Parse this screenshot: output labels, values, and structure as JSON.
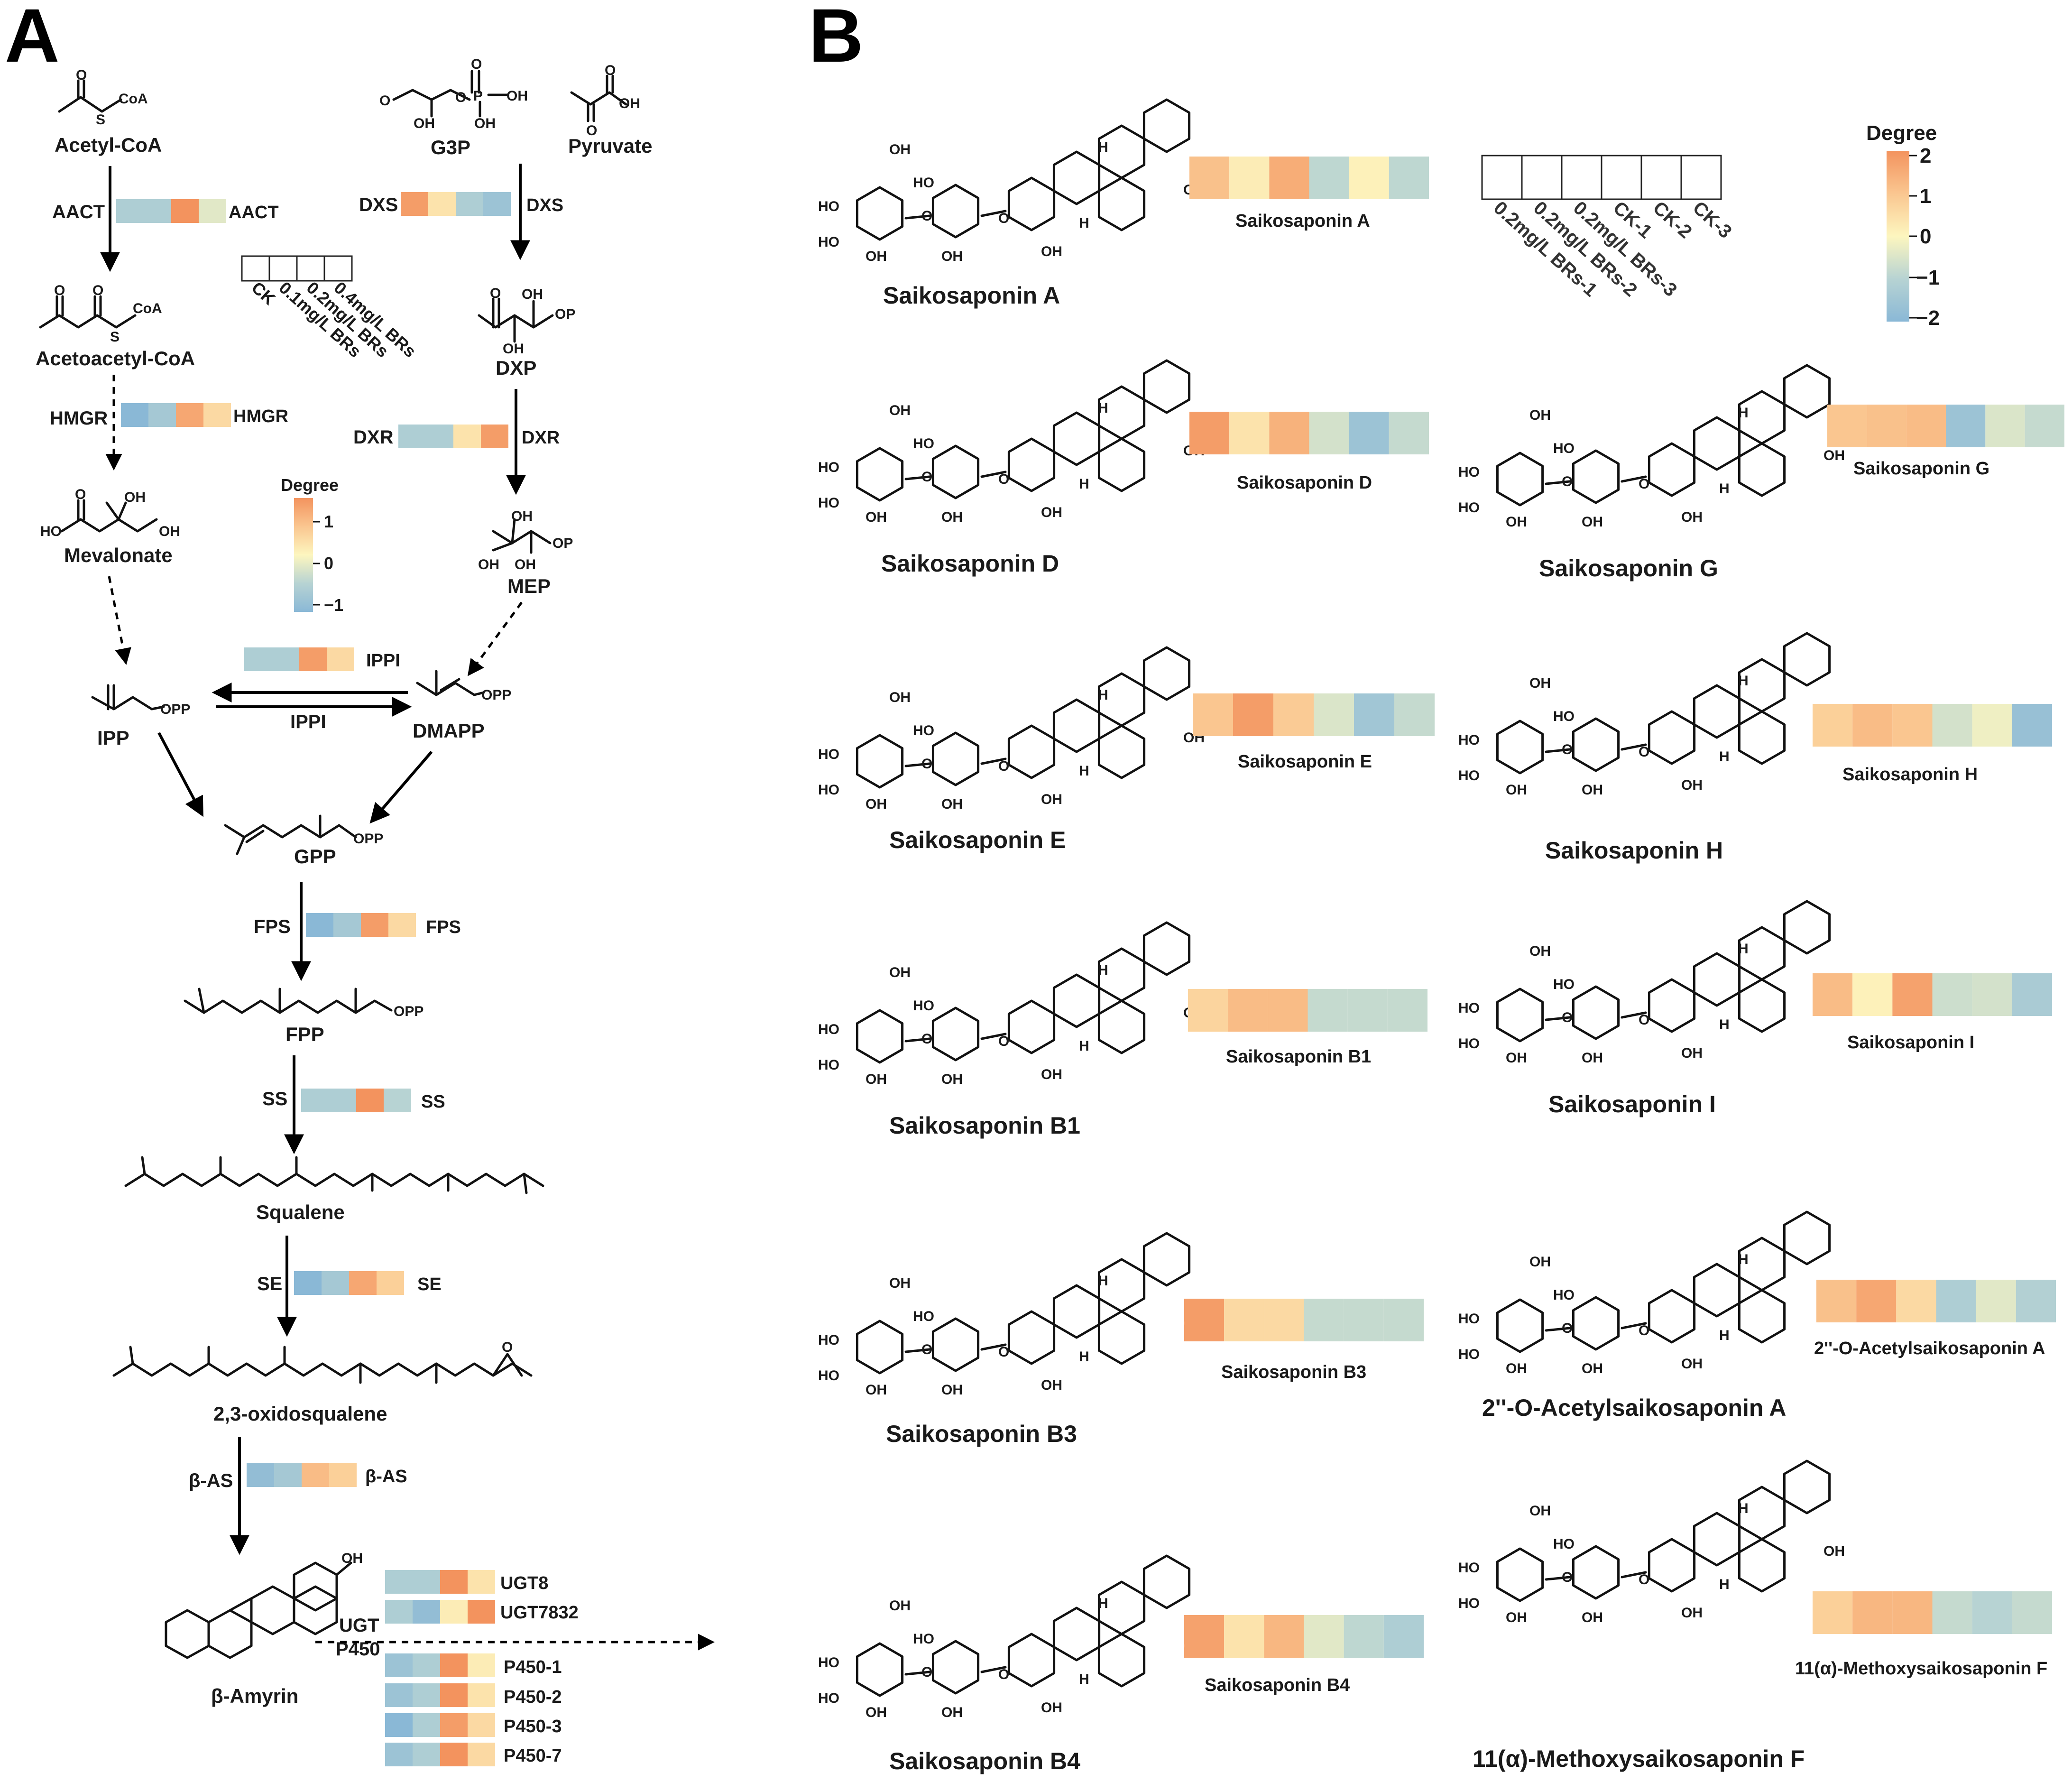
{
  "panels": {
    "a": "A",
    "b": "B"
  },
  "palette": {
    "-2": "#8ab8d6",
    "-1": "#b7d3d3",
    "0": "#fdf6bf",
    "1": "#fac690",
    "2": "#f3935e"
  },
  "pathway": {
    "compounds": {
      "acetyl_coa": "Acetyl-CoA",
      "acetoacetyl_coa": "Acetoacetyl-CoA",
      "mevalonate": "Mevalonate",
      "g3p": "G3P",
      "pyruvate": "Pyruvate",
      "dxp": "DXP",
      "mep": "MEP",
      "ipp": "IPP",
      "dmapp": "DMAPP",
      "gpp": "GPP",
      "fpp": "FPP",
      "squalene": "Squalene",
      "oxidosqualene": "2,3-oxidosqualene",
      "bamyrin": "β-Amyrin"
    },
    "atoms": {
      "coa": "CoA",
      "s": "S",
      "o": "O",
      "oh": "OH",
      "ho": "HO",
      "p": "P",
      "op": "OP",
      "opp": "OPP"
    },
    "enzymes": {
      "aact": "AACT",
      "hmgr": "HMGR",
      "dxs": "DXS",
      "dxr": "DXR",
      "ippi": "IPPI",
      "fps": "FPS",
      "ss": "SS",
      "se": "SE",
      "bas": "β-AS",
      "ugt": "UGT",
      "p450": "P450"
    },
    "heatmap_columns": [
      "CK",
      "0.1mg/L BRs",
      "0.2mg/L BRs",
      "0.4mg/L BRs"
    ],
    "legend": {
      "title": "Degree",
      "ticks": [
        "1",
        "0",
        "−1"
      ],
      "min": -1,
      "max": 1
    },
    "heatmaps": {
      "aact": [
        -0.6,
        -0.6,
        1.0,
        -0.2
      ],
      "hmgr": [
        -1.0,
        -0.7,
        0.8,
        0.3
      ],
      "dxs": [
        0.9,
        0.2,
        -0.6,
        -0.8
      ],
      "dxr": [
        -0.6,
        -0.6,
        0.2,
        0.9
      ],
      "ippi": [
        -0.6,
        -0.6,
        0.9,
        0.3
      ],
      "fps": [
        -1.0,
        -0.7,
        0.9,
        0.3
      ],
      "ss": [
        -0.6,
        -0.6,
        1.0,
        -0.5
      ],
      "se": [
        -1.0,
        -0.7,
        0.8,
        0.4
      ],
      "bas": [
        -0.9,
        -0.7,
        0.6,
        0.4
      ],
      "ugt8": [
        -0.6,
        -0.6,
        1.0,
        0.2
      ],
      "ugt7832": [
        -0.6,
        -0.9,
        0.1,
        1.0
      ],
      "p450_1": [
        -0.8,
        -0.6,
        1.0,
        0.1
      ],
      "p450_2": [
        -0.8,
        -0.6,
        1.0,
        0.2
      ],
      "p450_3": [
        -1.0,
        -0.6,
        0.9,
        0.3
      ],
      "p450_7": [
        -0.8,
        -0.6,
        1.0,
        0.3
      ]
    },
    "heatmap_labels": {
      "ugt8": "UGT8",
      "ugt7832": "UGT7832",
      "p450_1": "P450-1",
      "p450_2": "P450-2",
      "p450_3": "P450-3",
      "p450_7": "P450-7"
    }
  },
  "saponins": {
    "columns": [
      "0.2mg/L BRs-1",
      "0.2mg/L BRs-2",
      "0.2mg/L BRs-3",
      "CK-1",
      "CK-2",
      "CK-3"
    ],
    "legend": {
      "title": "Degree",
      "ticks": [
        "2",
        "1",
        "0",
        "−1",
        "−2"
      ],
      "min": -2,
      "max": 2
    },
    "compounds": [
      {
        "name": "Saikosaponin A",
        "label": "Saikosaponin A",
        "values": [
          1.1,
          0.2,
          1.5,
          -0.9,
          0.1,
          -0.9
        ]
      },
      {
        "name": "Saikosaponin D",
        "label": "Saikosaponin D",
        "values": [
          1.8,
          0.4,
          1.4,
          -0.6,
          -1.6,
          -0.8
        ]
      },
      {
        "name": "Saikosaponin G",
        "label": "Saikosaponin G",
        "values": [
          1.0,
          1.1,
          1.2,
          -1.6,
          -0.5,
          -0.8
        ]
      },
      {
        "name": "Saikosaponin E",
        "label": "Saikosaponin E",
        "values": [
          1.0,
          1.8,
          0.9,
          -0.5,
          -1.5,
          -0.8
        ]
      },
      {
        "name": "Saikosaponin H",
        "label": "Saikosaponin H",
        "values": [
          0.8,
          1.2,
          1.0,
          -0.6,
          -0.2,
          -1.7
        ]
      },
      {
        "name": "Saikosaponin B1",
        "label": "Saikosaponin B1",
        "values": [
          0.7,
          1.2,
          1.2,
          -0.8,
          -0.8,
          -0.8
        ]
      },
      {
        "name": "Saikosaponin I",
        "label": "Saikosaponin I",
        "values": [
          1.2,
          0.1,
          1.7,
          -0.7,
          -0.6,
          -1.3
        ]
      },
      {
        "name": "Saikosaponin B3",
        "label": "Saikosaponin B3",
        "values": [
          1.8,
          0.6,
          0.6,
          -0.8,
          -0.8,
          -0.8
        ]
      },
      {
        "name": "2''-O-Acetylsaikosaponin A",
        "label": "2''-O-Acetylsaikosaponin A",
        "values": [
          1.1,
          1.6,
          0.6,
          -1.2,
          -0.4,
          -1.1
        ]
      },
      {
        "name": "Saikosaponin B4",
        "label": "Saikosaponin B4",
        "values": [
          1.7,
          0.4,
          1.3,
          -0.4,
          -0.9,
          -1.2
        ]
      },
      {
        "name": "11(α)-Methoxysaikosaponin F",
        "label": "11(α)-Methoxysaikosaponin F",
        "values": [
          0.8,
          1.3,
          1.3,
          -0.8,
          -1.0,
          -0.8
        ]
      }
    ],
    "atoms": {
      "oh": "OH",
      "ho": "HO",
      "h": "H",
      "o": "O"
    }
  }
}
